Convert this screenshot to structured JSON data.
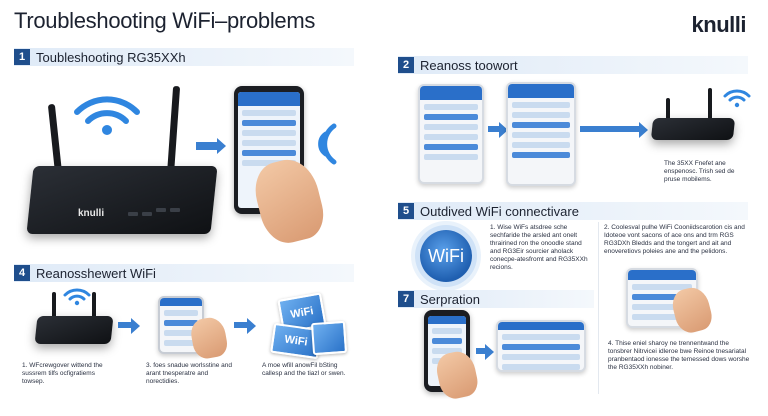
{
  "header": {
    "title": "Troubleshooting WiFi–problems",
    "brand": "knulli"
  },
  "sections": {
    "s1": {
      "num": "1",
      "label": "Toubleshooting RG35XXh"
    },
    "s2": {
      "num": "2",
      "label": "Reanoss toowort"
    },
    "s4": {
      "num": "4",
      "label": "Reanosshewert WiFi"
    },
    "s5": {
      "num": "5",
      "label": "Outdived WiFi connectivare"
    },
    "s7": {
      "num": "7",
      "label": "Serpration"
    }
  },
  "router": {
    "logo": "knulli"
  },
  "texts": {
    "s2_caption": "The 35XX Fnefet ane enspenosc. Trish sed de pruse mobilems.",
    "s4_step1": "1. WFcrewgover wittend the sussrem tilfs ocfigratiems towsep.",
    "s4_step3": "3. foes snadue worlsstine and arant tnesperatre and norectidies.",
    "s4_step_a": "A moe wfill anowFil bSting callesp and the tiazl or swen.",
    "s5_point1": "1. Wise WiFs atsdree sche sechfaride the arsled ant onelt thrairined ron the onoodle stand and RG3Eir sourcier aholack conecpe-atesfromt and RG35XXh recions.",
    "s5_point2": "2. Coolesval pulhe WiFi Cooniidscarotion cis and Idoteoe vont sacons of ace ons and trm RGS RG3DXh Bledds and the tongert and ait and enoveretiovs poleies ane and the pelidons.",
    "s7_point4": "4. Thise eniel sharoy ne trennentwand the tonsbrer Nitrvicei idleroe bwe Reinoe tnesariatal pranbentaod ionesse the temessed dows worshe the RG35XXh nobiner."
  },
  "badges": {
    "wifi": "WiFi",
    "card1": "WiFi",
    "card2": "WiFi"
  }
}
